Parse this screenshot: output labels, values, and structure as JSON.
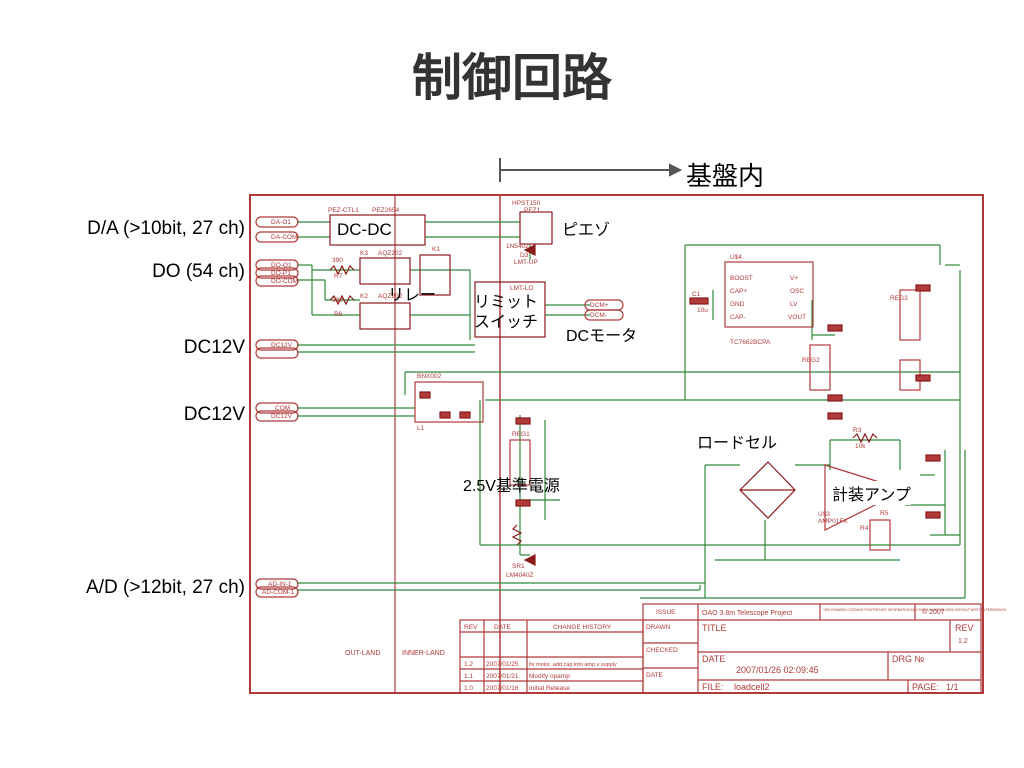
{
  "slide": {
    "title": "制御回路",
    "kiban_label": "基盤内"
  },
  "side_labels": {
    "da": "D/A (>10bit, 27 ch)",
    "do": "DO (54 ch)",
    "dc12v_1": "DC12V",
    "dc12v_2": "DC12V",
    "ad": "A/D (>12bit, 27 ch)"
  },
  "annotations": {
    "dcdc": "DC-DC",
    "piezo": "ピエゾ",
    "relay": "リレー",
    "limit_switch": "リミット\nスイッチ",
    "dc_motor": "DCモータ",
    "load_cell": "ロードセル",
    "ref_power": "2.5V基準電源",
    "amp": "計装アンプ"
  },
  "schematic_labels": {
    "pez_ctl1": "PEZ-CTL1",
    "pez2654": "PEZ2654",
    "hpst150": "HPST150",
    "pez1": "PEZ1",
    "da_o1": "DA-O1",
    "da_com": "DA-COM",
    "do_o1": "DO-O1",
    "do_p1": "DO-P1",
    "do_com": "DO-COM",
    "dc12v": "DC12V",
    "dcm_p": "DCM+",
    "dcm_m": "DCM-",
    "com": "COM",
    "dc12v_b": "DC12V",
    "ad_in1": "AD-IN-1",
    "ad_com1": "AD-COM-1",
    "k3": "K3",
    "aqz202_a": "AQZ202",
    "k2": "K2",
    "aqz202_b": "AQZ202",
    "k1": "K1",
    "r7": "R7",
    "r6": "R6",
    "r390a": "390",
    "r390b": "390",
    "n1n5402": "1N5402",
    "d3": "D3",
    "lmt_up": "LMT-UP",
    "lmt_lo": "LMT-LO",
    "u4": "U$4",
    "tc7662": "TC7662BCPA",
    "boost": "BOOST",
    "cap_p": "CAP+",
    "gnd": "GND",
    "cap_m": "CAP-",
    "vplus": "V+",
    "osc": "OSC",
    "lv": "LV",
    "vout": "VOUT",
    "c1": "C1",
    "c10u": "10u",
    "bnx002": "BNX002",
    "l1": "L1",
    "reg1": "REG1",
    "sr1": "SR1",
    "lm4040z": "LM4040Z",
    "u3": "U$3",
    "amp01fx": "AMP01FX",
    "r3": "R3",
    "r10k": "10k",
    "r4": "R4",
    "r5": "R5",
    "reg2": "REG2",
    "reg3": "REG3",
    "out_land": "OUT-LAND",
    "inner_land": "INNER-LAND"
  },
  "title_block": {
    "col_rev": "REV",
    "col_date": "DATE",
    "col_change": "CHANGE HISTORY",
    "issue": "ISSUE",
    "project": "OAO 3.8m Telescope Project",
    "notice": "THIS DRAWING CONTAINS PROPRIETARY INFORMATION AND SHOULD NOT BE USED WITHOUT WRITTEN PERMISSION",
    "copyright": "© 2007",
    "drawn": "DRAWN",
    "checked": "CHECKED",
    "date_lbl": "DATE",
    "title_lbl": "TITLE",
    "rev_lbl": "REV",
    "rev_val": "1.2",
    "date_hdr": "DATE",
    "date_val": "2007/01/26 02:09:45",
    "drg_lbl": "DRG №",
    "file_lbl": "FILE:",
    "file_val": "loadcell2",
    "page_lbl": "PAGE:",
    "page_val": "1/1",
    "history": [
      {
        "rev": "1.2",
        "date": "2007/01/25",
        "change": "fix motor, add cap into amp v supply"
      },
      {
        "rev": "1.1",
        "date": "2007/01/21",
        "change": "Modify opamp"
      },
      {
        "rev": "1.0",
        "date": "2007/01/16",
        "change": "Initial Release"
      }
    ]
  },
  "colors": {
    "frame": "#b03a3a",
    "wire": "#2f8a3a",
    "part": "#8b1a1a",
    "title": "#333333"
  }
}
